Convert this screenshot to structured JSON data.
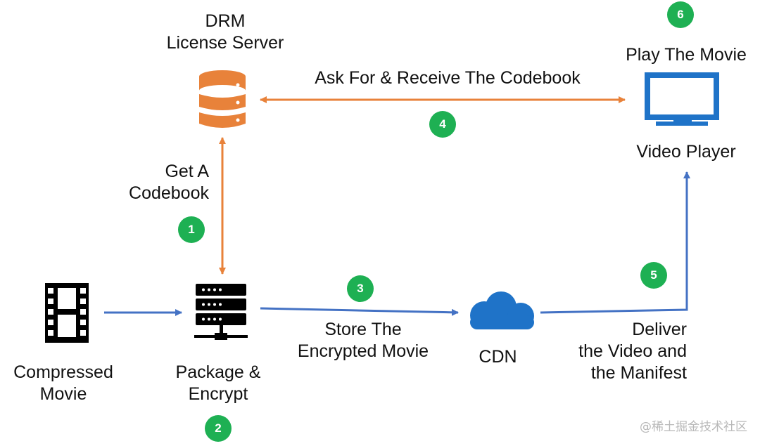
{
  "colors": {
    "orange": "#E8823A",
    "blue": "#4472C4",
    "step_green": "#1EB053",
    "screen_blue": "#1F73C8",
    "cloud_blue": "#1F73C8",
    "black": "#111111"
  },
  "nodes": {
    "drm_server": {
      "icon": "database-icon",
      "title_line1": "DRM",
      "title_line2": "License Server"
    },
    "video_player": {
      "icon": "monitor-icon",
      "top_label": "Play The Movie",
      "label": "Video Player"
    },
    "compressed_movie": {
      "icon": "film-strip-icon",
      "line1": "Compressed",
      "line2": "Movie"
    },
    "packager": {
      "icon": "server-rack-icon",
      "line1": "Package &",
      "line2": "Encrypt"
    },
    "cdn": {
      "icon": "cloud-icon",
      "label": "CDN"
    }
  },
  "edges": {
    "get_codebook": {
      "line1": "Get A",
      "line2": "Codebook"
    },
    "ask_codebook": {
      "label": "Ask For & Receive The Codebook"
    },
    "store": {
      "line1": "Store The",
      "line2": "Encrypted Movie"
    },
    "deliver": {
      "line1": "Deliver",
      "line2": "the Video and",
      "line3": "the Manifest"
    }
  },
  "steps": [
    "1",
    "2",
    "3",
    "4",
    "5",
    "6"
  ],
  "watermark": "@稀土掘金技术社区"
}
